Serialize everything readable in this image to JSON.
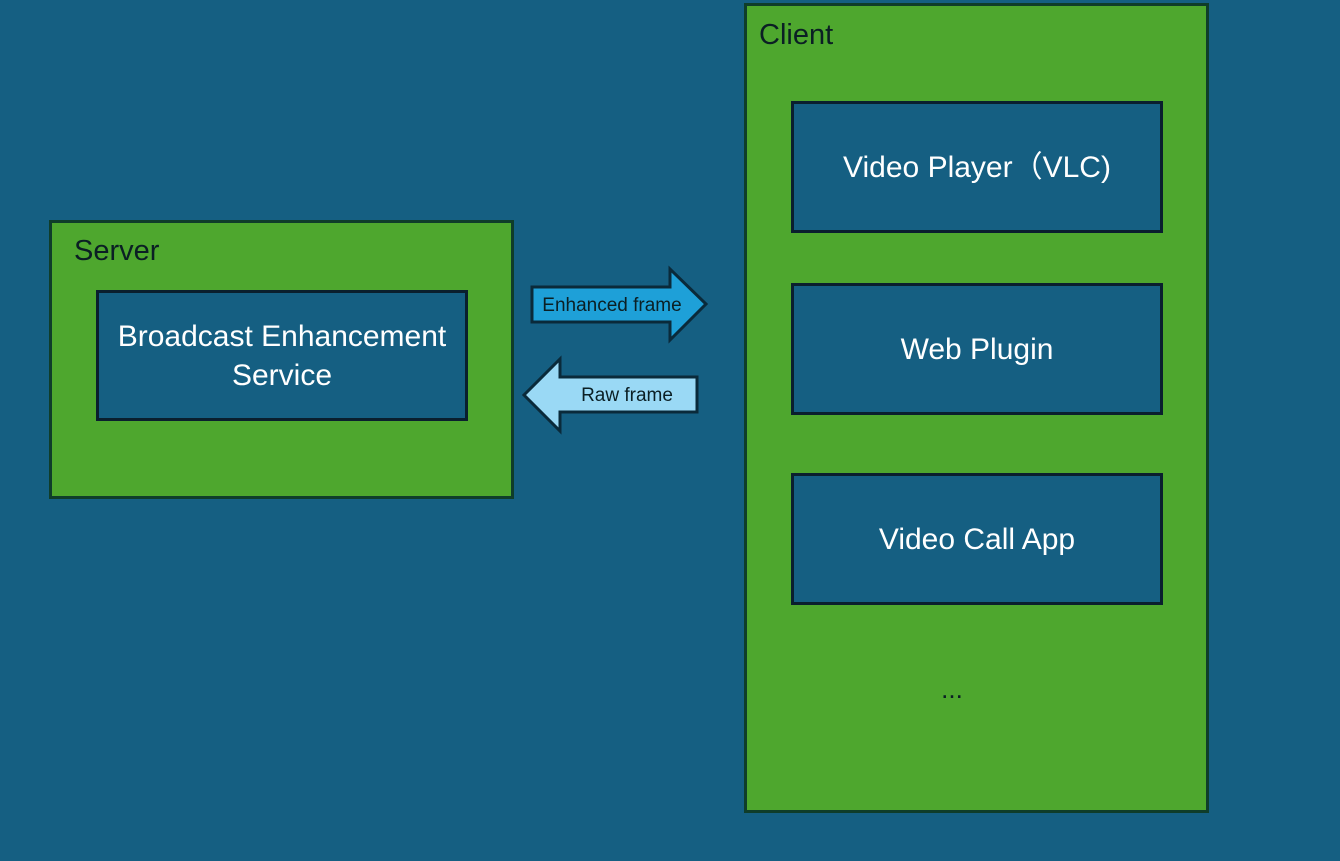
{
  "server": {
    "title": "Server",
    "service": {
      "line1": "Broadcast Enhancement",
      "line2": "Service"
    }
  },
  "client": {
    "title": "Client",
    "apps": [
      {
        "label": "Video Player（VLC)"
      },
      {
        "label": "Web Plugin"
      },
      {
        "label": "Video Call App"
      }
    ],
    "ellipsis": "..."
  },
  "arrows": {
    "enhanced": {
      "label": "Enhanced frame",
      "color": "#1ea0d8"
    },
    "raw": {
      "label": "Raw frame",
      "color": "#9ad9f5"
    }
  },
  "colors": {
    "background": "#155f82",
    "group_fill": "#4ea72e",
    "box_fill": "#155f82"
  }
}
